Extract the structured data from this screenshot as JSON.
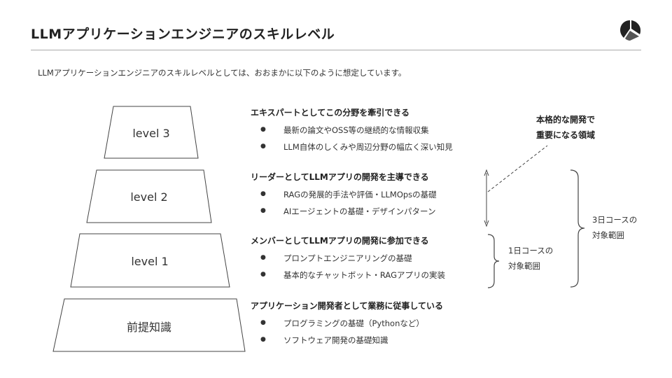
{
  "header": {
    "title": "LLMアプリケーションエンジニアのスキルレベル",
    "logo_icon": "abstract-logo-icon"
  },
  "intro": "LLMアプリケーションエンジニアのスキルレベルとしては、おおまかに以下のように想定しています。",
  "pyramid": [
    {
      "label": "level 3"
    },
    {
      "label": "level 2"
    },
    {
      "label": "level 1"
    },
    {
      "label": "前提知識"
    }
  ],
  "sections": [
    {
      "title": "エキスパートとしてこの分野を牽引できる",
      "items": [
        "最新の論文やOSS等の継続的な情報収集",
        "LLM自体のしくみや周辺分野の幅広く深い知見"
      ]
    },
    {
      "title": "リーダーとしてLLMアプリの開発を主導できる",
      "items": [
        "RAGの発展的手法や評価・LLMOpsの基礎",
        "AIエージェントの基礎・デザインパターン"
      ]
    },
    {
      "title": "メンバーとしてLLMアプリの開発に参加できる",
      "items": [
        "プロンプトエンジニアリングの基礎",
        "基本的なチャットボット・RAGアプリの実装"
      ]
    },
    {
      "title": "アプリケーション開発者として業務に従事している",
      "items": [
        "プログラミングの基礎（Pythonなど）",
        "ソフトウェア開発の基礎知識"
      ]
    }
  ],
  "annotations": {
    "advanced": {
      "line1": "本格的な開発で",
      "line2": "重要になる領域"
    },
    "one_day": {
      "line1": "1日コースの",
      "line2": "対象範囲"
    },
    "three_day": {
      "line1": "3日コースの",
      "line2": "対象範囲"
    }
  }
}
